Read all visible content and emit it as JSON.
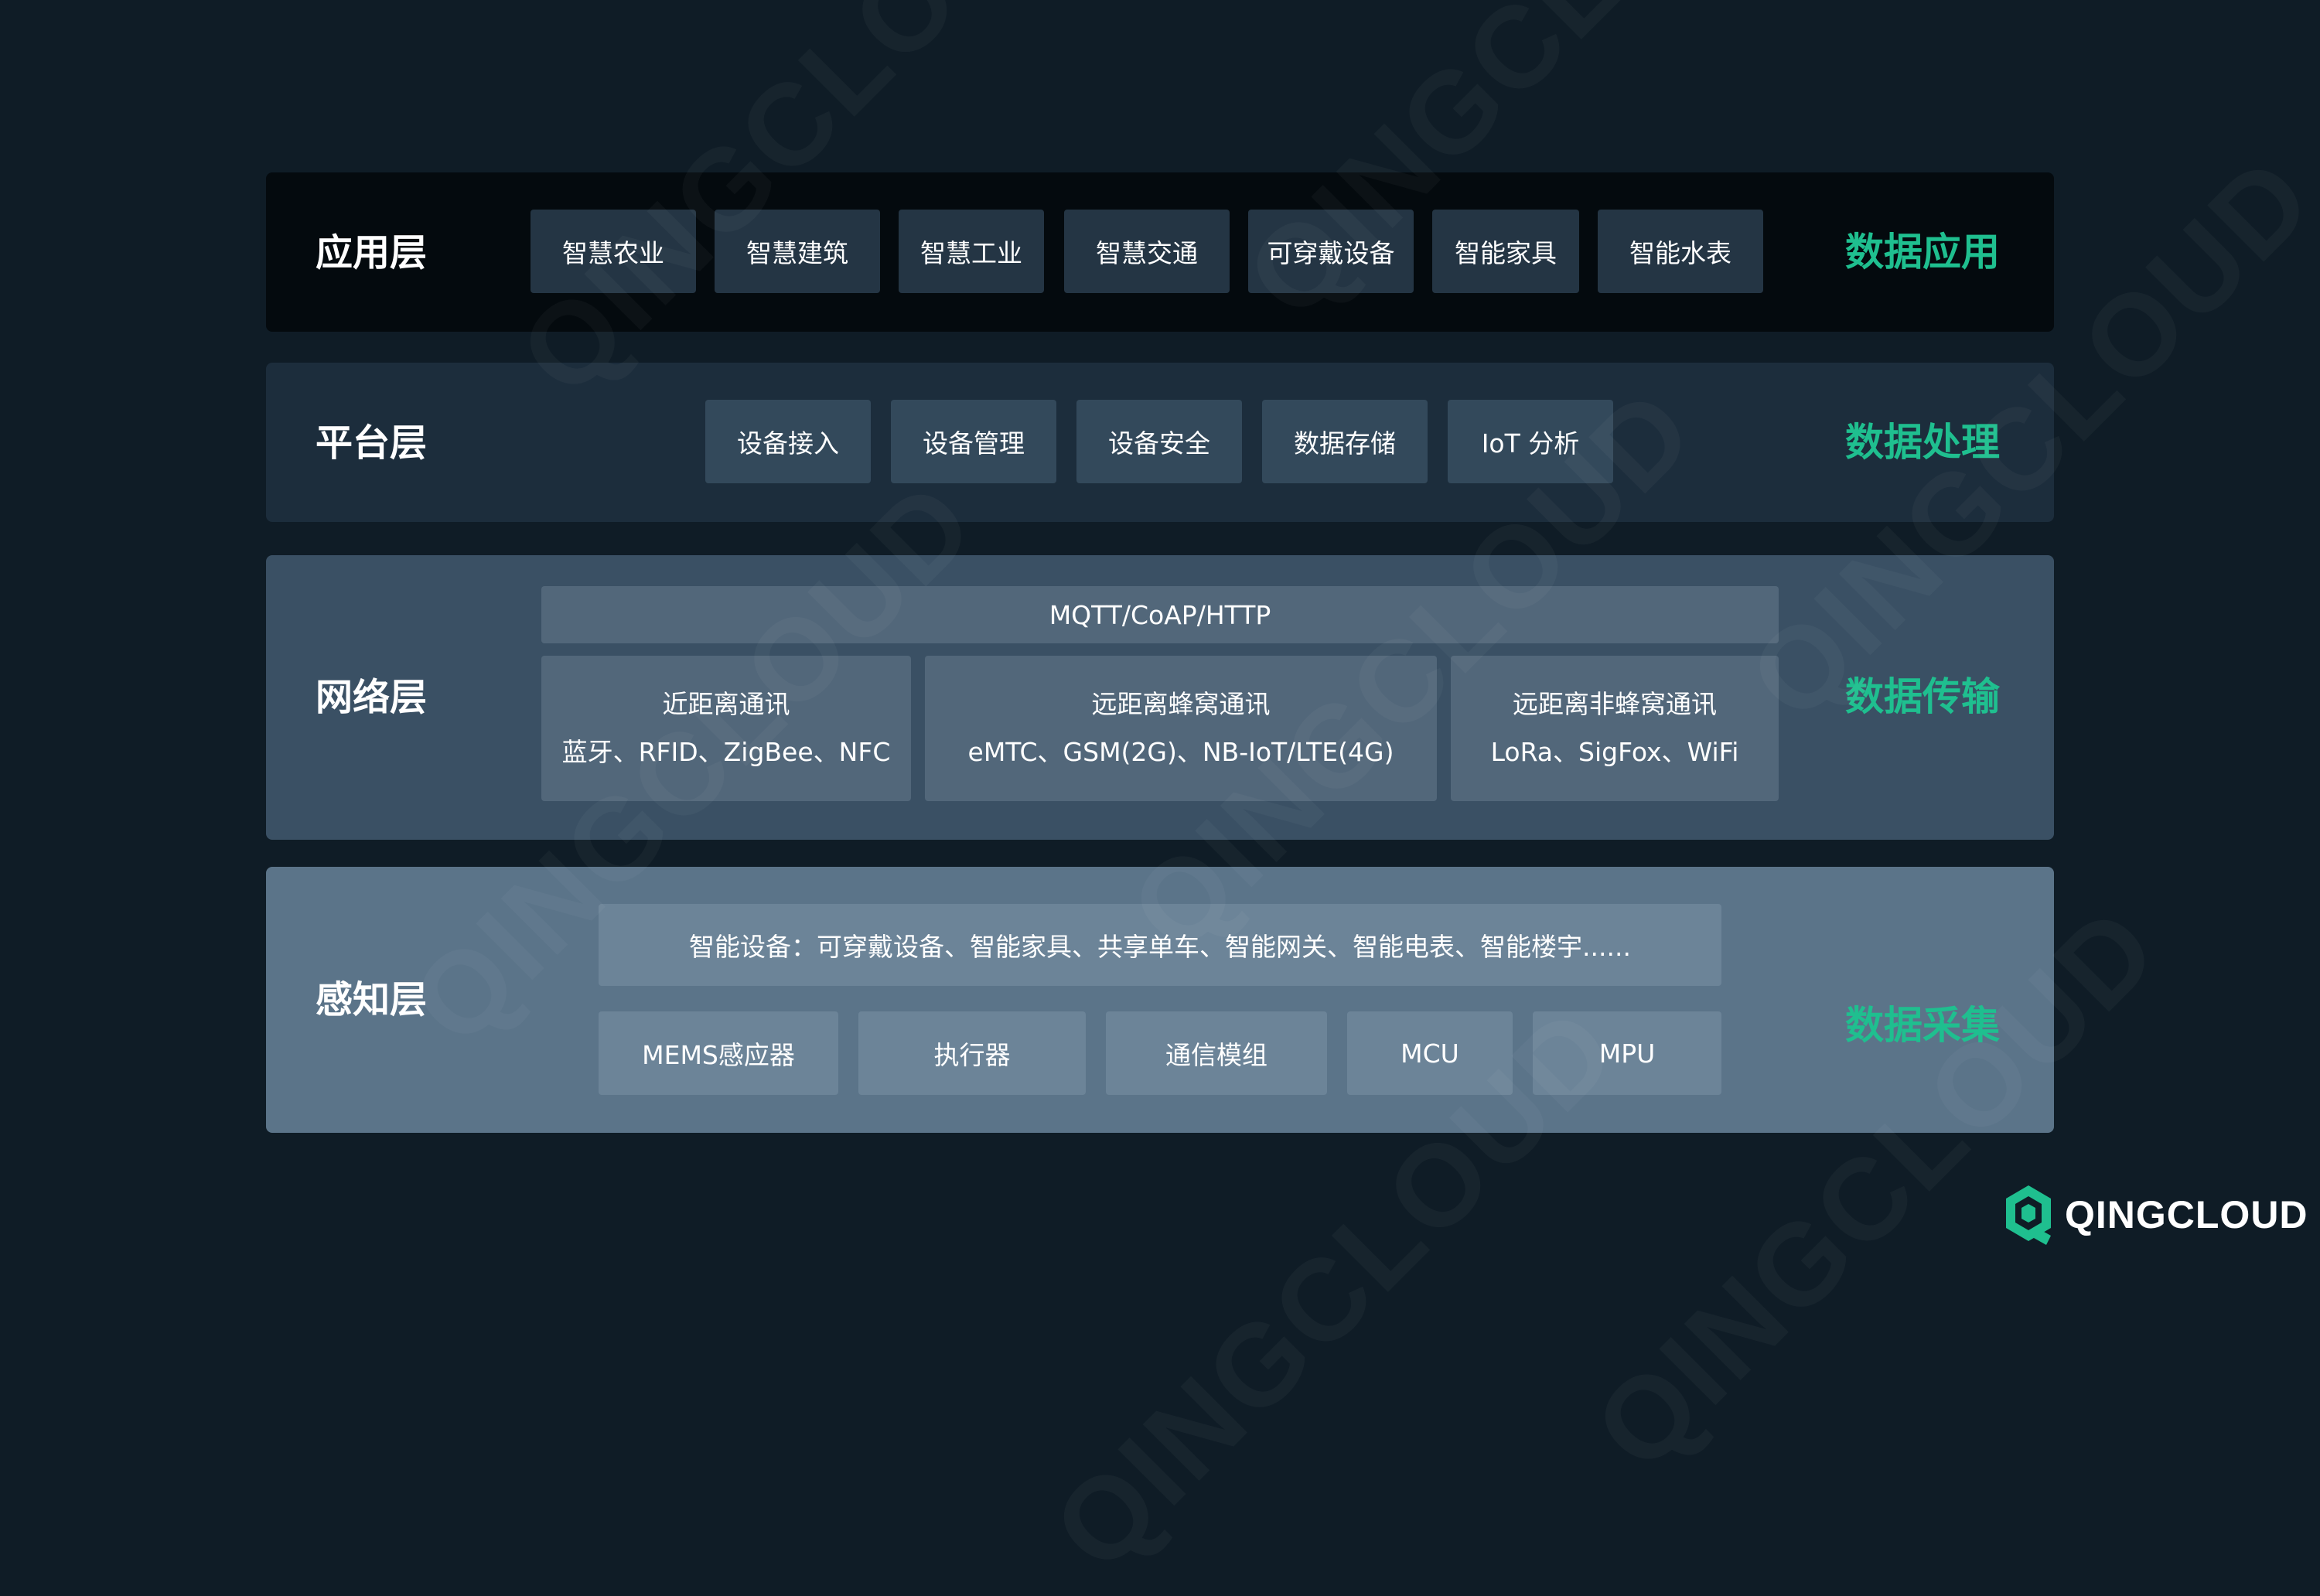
{
  "watermark": "QINGCLOUD",
  "layers": {
    "app": {
      "name": "应用层",
      "tag": "数据应用",
      "items": [
        "智慧农业",
        "智慧建筑",
        "智慧工业",
        "智慧交通",
        "可穿戴设备",
        "智能家具",
        "智能水表"
      ]
    },
    "platform": {
      "name": "平台层",
      "tag": "数据处理",
      "items": [
        "设备接入",
        "设备管理",
        "设备安全",
        "数据存储",
        "IoT 分析"
      ]
    },
    "network": {
      "name": "网络层",
      "tag": "数据传输",
      "protocol": "MQTT/CoAP/HTTP",
      "groups": [
        {
          "title": "近距离通讯",
          "detail": "蓝牙、RFID、ZigBee、NFC"
        },
        {
          "title": "远距离蜂窝通讯",
          "detail": "eMTC、GSM(2G)、NB-IoT/LTE(4G)"
        },
        {
          "title": "远距离非蜂窝通讯",
          "detail": "LoRa、SigFox、WiFi"
        }
      ]
    },
    "perception": {
      "name": "感知层",
      "tag": "数据采集",
      "devices": "智能设备：可穿戴设备、智能家具、共享单车、智能网关、智能电表、智能楼宇......",
      "items": [
        "MEMS感应器",
        "执行器",
        "通信模组",
        "MCU",
        "MPU"
      ]
    }
  },
  "logo": {
    "text": "QINGCLOUD",
    "color": "#1fbf8f"
  },
  "colors": {
    "accent": "#1fbf8f",
    "background": "#0f1c26"
  }
}
